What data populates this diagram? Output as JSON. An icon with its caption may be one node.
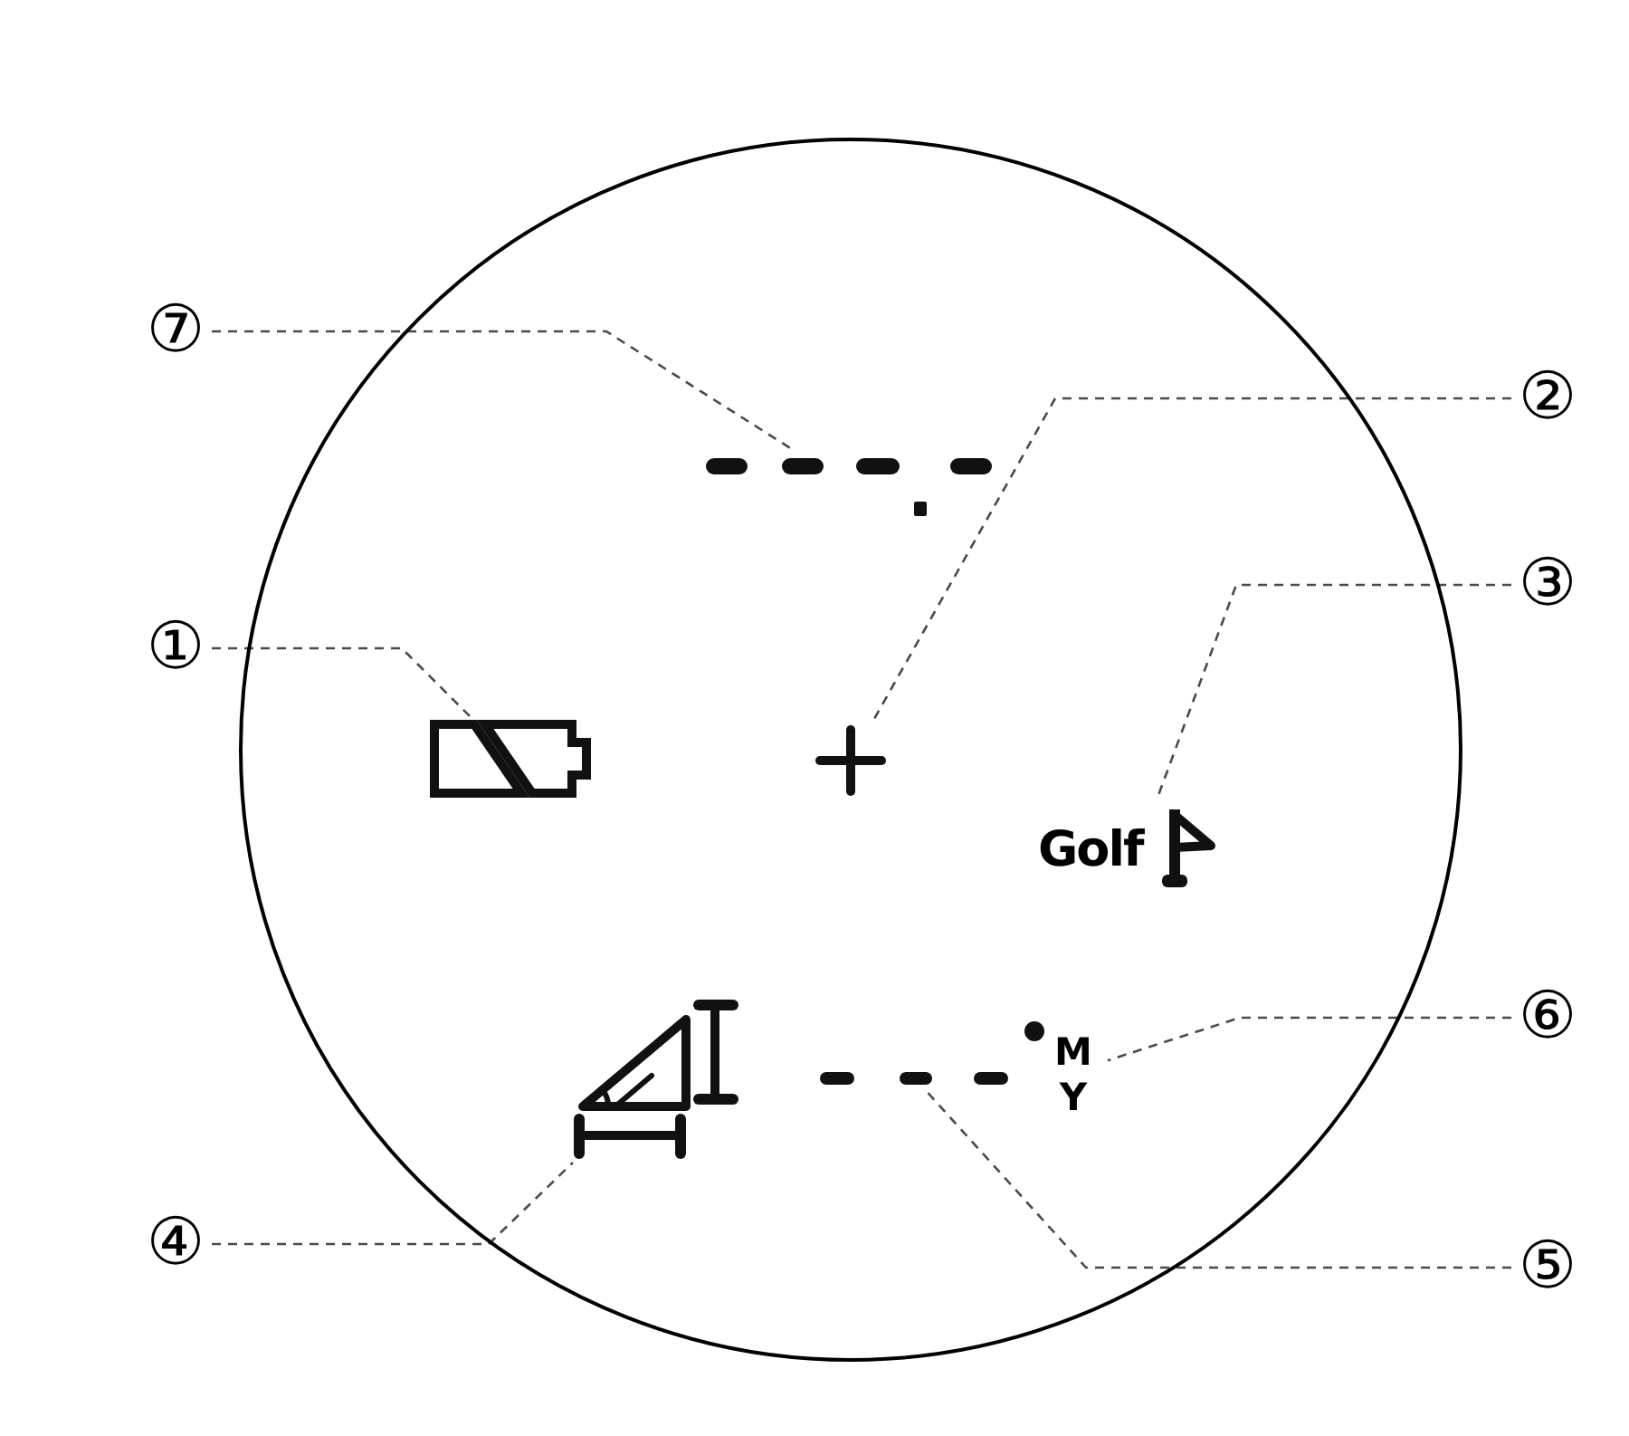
{
  "diagram": {
    "nodes": [
      {
        "text": [],
        "shape": "circle"
      },
      {
        "text": [
          "⑦"
        ]
      },
      {
        "text": [
          "②"
        ]
      },
      {
        "text": [],
        "shape": "picture",
        "in": 0
      },
      {
        "text": [
          "③"
        ]
      },
      {
        "text": [
          "①"
        ]
      },
      {
        "text": [],
        "shape": "picture",
        "in": 0
      },
      {
        "text": [],
        "shape": "picture",
        "in": 0
      },
      {
        "text": [
          "Golf"
        ],
        "in": 0
      },
      {
        "text": [
          "⑥"
        ]
      },
      {
        "text": [
          "M Y"
        ],
        "in": 0
      },
      {
        "text": [],
        "shape": "picture",
        "in": 0
      },
      {
        "text": [],
        "shape": "picture",
        "in": 0
      },
      {
        "text": [
          "④"
        ]
      },
      {
        "text": [
          "⑤"
        ]
      }
    ],
    "edges": [
      {
        "from": 1,
        "to": 3,
        "arrow": "none",
        "style": "dashed"
      },
      {
        "from": 2,
        "to": 7,
        "arrow": "none",
        "style": "dashed"
      },
      {
        "from": 4,
        "to": 8,
        "arrow": "none",
        "style": "dashed"
      },
      {
        "from": 5,
        "to": 6,
        "arrow": "none",
        "style": "dashed"
      },
      {
        "from": 9,
        "to": 10,
        "arrow": "none",
        "style": "dashed"
      },
      {
        "from": 13,
        "to": 11,
        "arrow": "none",
        "style": "dashed"
      },
      {
        "from": 14,
        "to": 12,
        "arrow": "none",
        "style": "dashed"
      }
    ]
  }
}
